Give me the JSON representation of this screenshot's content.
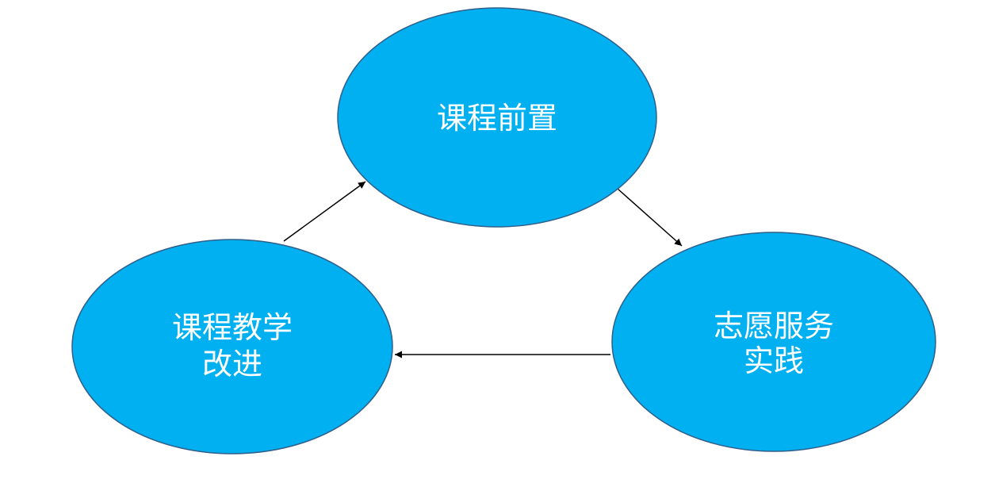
{
  "diagram": {
    "colors": {
      "node_fill": "#00b0f0",
      "node_stroke": "#2f5f8a",
      "node_text": "#ffffff",
      "arrow": "#000000"
    },
    "nodes": {
      "top": {
        "line1": "课程前置"
      },
      "right": {
        "line1": "志愿服务",
        "line2": "实践"
      },
      "left": {
        "line1": "课程教学",
        "line2": "改进"
      }
    },
    "edges": [
      {
        "from": "top",
        "to": "right"
      },
      {
        "from": "right",
        "to": "left"
      },
      {
        "from": "left",
        "to": "top"
      }
    ]
  }
}
